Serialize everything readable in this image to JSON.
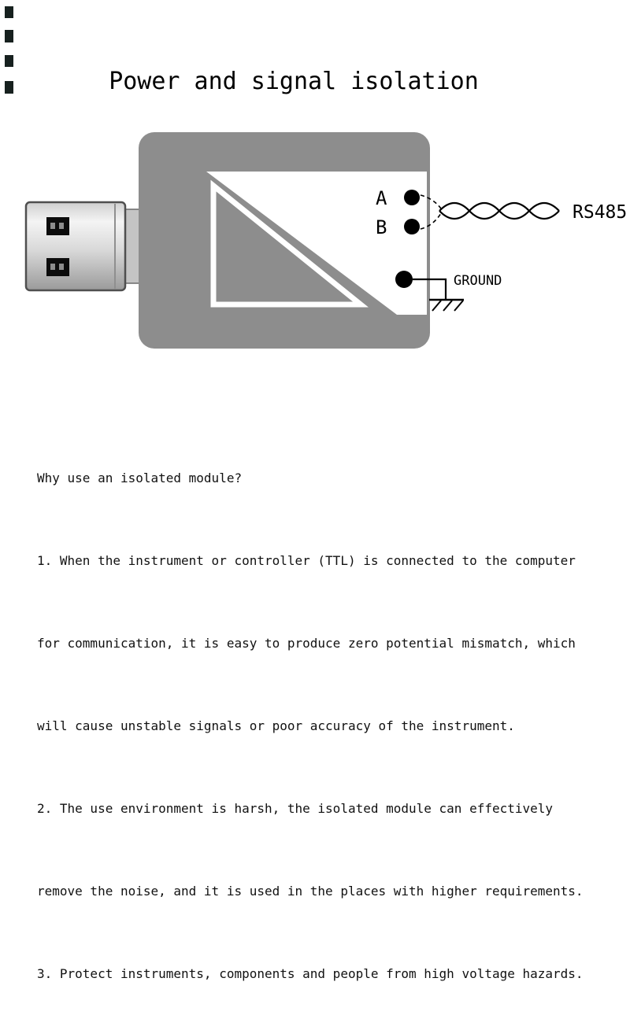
{
  "title": "Power and signal isolation",
  "diagram": {
    "terminal_a_label": "A",
    "terminal_b_label": "B",
    "bus_label": "RS485",
    "ground_label": "GROUND",
    "colors": {
      "module_body": "#8d8d8d",
      "panel": "#ffffff",
      "wire": "#000000"
    }
  },
  "description": {
    "lines": [
      "Why use an isolated module?",
      "1. When the instrument or controller (TTL) is connected to the computer",
      "for communication, it is easy to produce zero potential mismatch, which",
      "will cause unstable signals or poor accuracy of the instrument.",
      "2. The use environment is harsh, the isolated module can effectively",
      "remove the noise, and it is used in the places with higher requirements.",
      "3. Protect instruments, components and people from high voltage hazards."
    ]
  }
}
